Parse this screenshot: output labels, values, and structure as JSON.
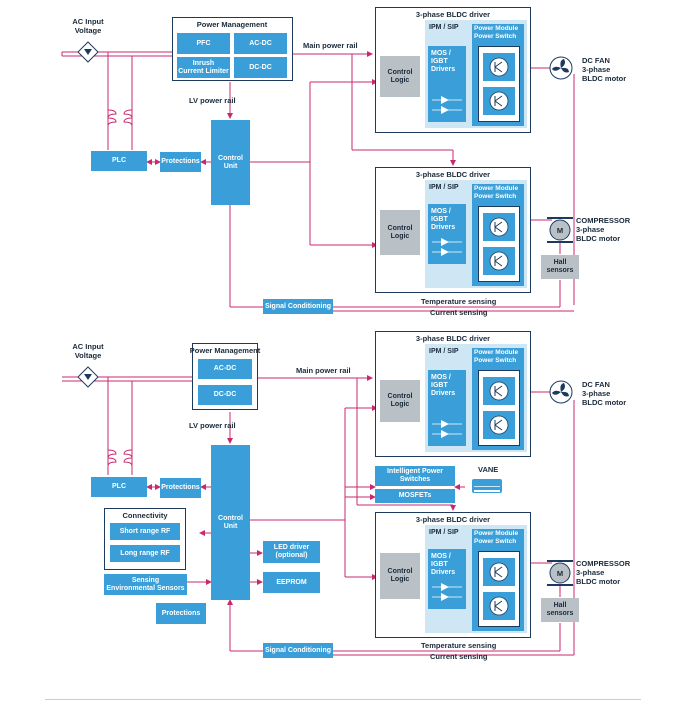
{
  "colors": {
    "wire": "#c8286e",
    "block": "#3a9fd8",
    "frame": "#1b3a5e",
    "grey": "#b9c1c7",
    "ipm_bg": "#cfe7f5"
  },
  "top": {
    "ac_input": "AC Input\nVoltage",
    "power_management": {
      "title": "Power Management",
      "pfc": "PFC",
      "ac_dc": "AC-DC",
      "inrush": "Inrush\nCurrent Limiter",
      "dc_dc": "DC-DC"
    },
    "main_power_rail": "Main power rail",
    "lv_power_rail": "LV power rail",
    "plc": "PLC",
    "protections": "Protections",
    "control_unit": "Control\nUnit",
    "signal_conditioning": "Signal Conditioning",
    "temperature_sensing": "Temperature sensing",
    "current_sensing": "Current sensing",
    "driver1": {
      "title": "3-phase BLDC driver",
      "control_logic": "Control\nLogic",
      "ipm": "IPM / SIP",
      "mos": "MOS /\nIGBT\nDrivers",
      "power_module": "Power Module\nPower Switch"
    },
    "driver2": {
      "title": "3-phase BLDC driver",
      "control_logic": "Control\nLogic",
      "ipm": "IPM / SIP",
      "mos": "MOS /\nIGBT\nDrivers",
      "power_module": "Power Module\nPower Switch"
    },
    "fan": "DC FAN\n3-phase\nBLDC motor",
    "compressor": "COMPRESSOR\n3-phase\nBLDC motor",
    "motor_m": "M",
    "hall": "Hall\nsensors"
  },
  "bottom": {
    "ac_input": "AC Input\nVoltage",
    "power_management": {
      "title": "Power Management",
      "ac_dc": "AC-DC",
      "dc_dc": "DC-DC"
    },
    "main_power_rail": "Main power rail",
    "lv_power_rail": "LV power rail",
    "plc": "PLC",
    "protections": "Protections",
    "control_unit": "Control\nUnit",
    "connectivity": {
      "title": "Connectivity",
      "short": "Short range RF",
      "long": "Long range RF"
    },
    "sensing": "Sensing\nEnvironmental Sensors",
    "protections2": "Protections",
    "led_driver": "LED driver\n(optional)",
    "eeprom": "EEPROM",
    "intelligent_switches": "Intelligent Power\nSwitches",
    "mosfets": "MOSFETs",
    "vane": "VANE",
    "signal_conditioning": "Signal Conditioning",
    "temperature_sensing": "Temperature sensing",
    "current_sensing": "Current sensing",
    "driver1": {
      "title": "3-phase BLDC driver",
      "control_logic": "Control\nLogic",
      "ipm": "IPM / SIP",
      "mos": "MOS /\nIGBT\nDrivers",
      "power_module": "Power Module\nPower Switch"
    },
    "driver2": {
      "title": "3-phase BLDC driver",
      "control_logic": "Control\nLogic",
      "ipm": "IPM / SIP",
      "mos": "MOS /\nIGBT\nDrivers",
      "power_module": "Power Module\nPower Switch"
    },
    "fan": "DC FAN\n3-phase\nBLDC motor",
    "compressor": "COMPRESSOR\n3-phase\nBLDC motor",
    "motor_m": "M",
    "hall": "Hall\nsensors"
  }
}
